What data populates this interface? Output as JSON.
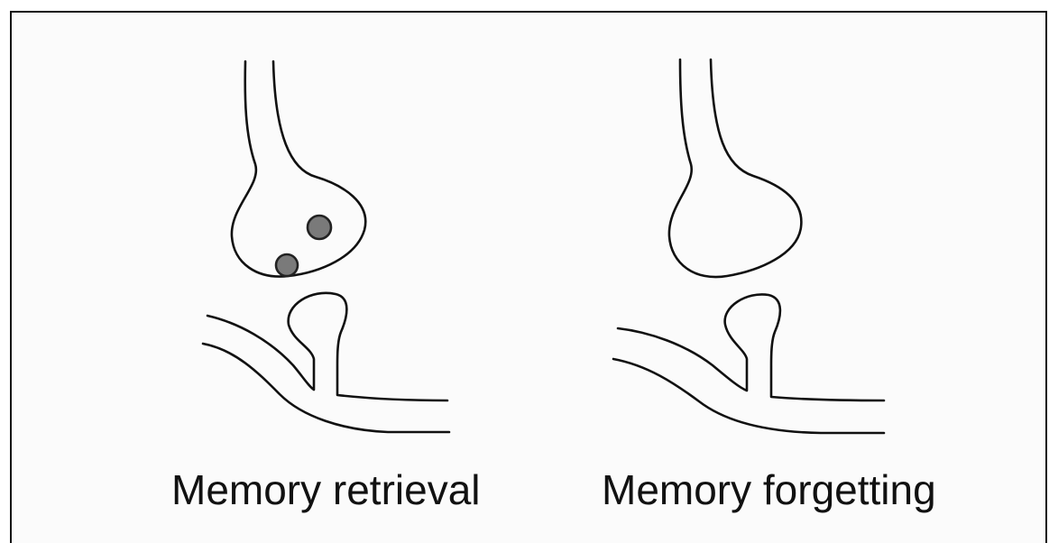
{
  "panels": {
    "left": {
      "label": "Memory retrieval",
      "vesicle_count": 2
    },
    "right": {
      "label": "Memory forgetting",
      "vesicle_count": 0
    }
  },
  "colors": {
    "line": "#111111",
    "vesicle_fill": "#7a7a7a",
    "background": "#fbfbfb"
  }
}
